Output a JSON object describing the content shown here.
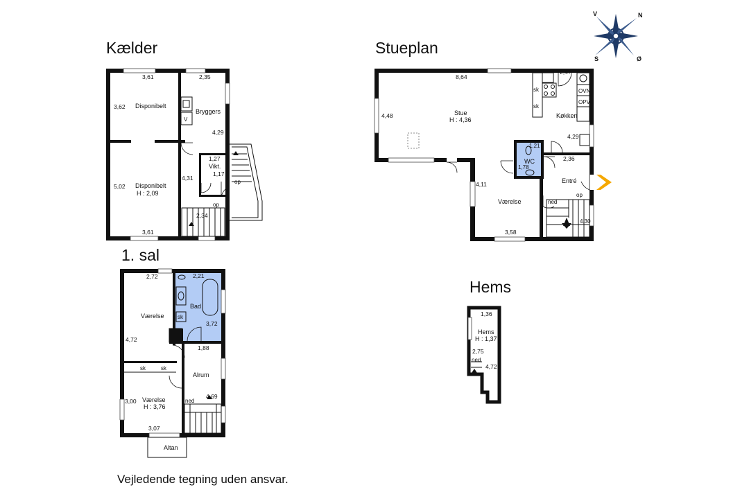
{
  "compass": {
    "n": "N",
    "s": "S",
    "v": "V",
    "o": "Ø"
  },
  "kaelder": {
    "title": "Kælder",
    "d1": "3,61",
    "d2": "2,35",
    "d3": "3,62",
    "r1": "Disponibelt",
    "r2": "Bryggers",
    "v": "V",
    "d4": "4,29",
    "d5": "1,27",
    "r3": "Vikt.",
    "d6": "1,17",
    "d7": "4,31",
    "d8": "5,02",
    "r4": "Disponibelt",
    "h4": "H : 2,09",
    "op1": "op",
    "op2": "op",
    "d9": "2,34",
    "d10": "3,61"
  },
  "stueplan": {
    "title": "Stueplan",
    "d1": "8,64",
    "d2": "2,47",
    "r1": "Stue",
    "h1": "H : 4,36",
    "d3": "4,48",
    "sk1": "sk",
    "sk2": "sk",
    "ovn": "OVN",
    "opv": "OPV",
    "r2": "Køkken",
    "d4": "4,29",
    "d5": "1,21",
    "wc": "WC",
    "d6": "1,78",
    "d7": "2,36",
    "r3": "Entré",
    "op": "op",
    "d8": "4,11",
    "r4": "Værelse",
    "ned": "ned",
    "d9": "4,30",
    "d10": "3,58"
  },
  "sal": {
    "title": "1. sal",
    "d1": "2,72",
    "d2": "2,21",
    "r1": "Bad",
    "sk1": "sk",
    "d3": "3,72",
    "r2": "Værelse",
    "d4": "4,72",
    "d5": "1,88",
    "sk2": "sk",
    "sk3": "sk",
    "r3": "Alrum",
    "d6": "3,00",
    "r4": "Værelse",
    "h4": "H : 3,76",
    "ned": "ned",
    "d7": "4,69",
    "d8": "3,07",
    "r5": "Altan"
  },
  "hems": {
    "title": "Hems",
    "d1": "1,36",
    "r1": "Hems",
    "h1": "H : 1,37",
    "d2": "2,75",
    "ned": "ned",
    "d3": "4,72"
  },
  "footer": "Vejledende tegning uden ansvar.",
  "colors": {
    "bath": "#b3ccf5",
    "wall": "#111111",
    "entrance_arrow": "#f5a800",
    "compass": "#1f3a66"
  }
}
